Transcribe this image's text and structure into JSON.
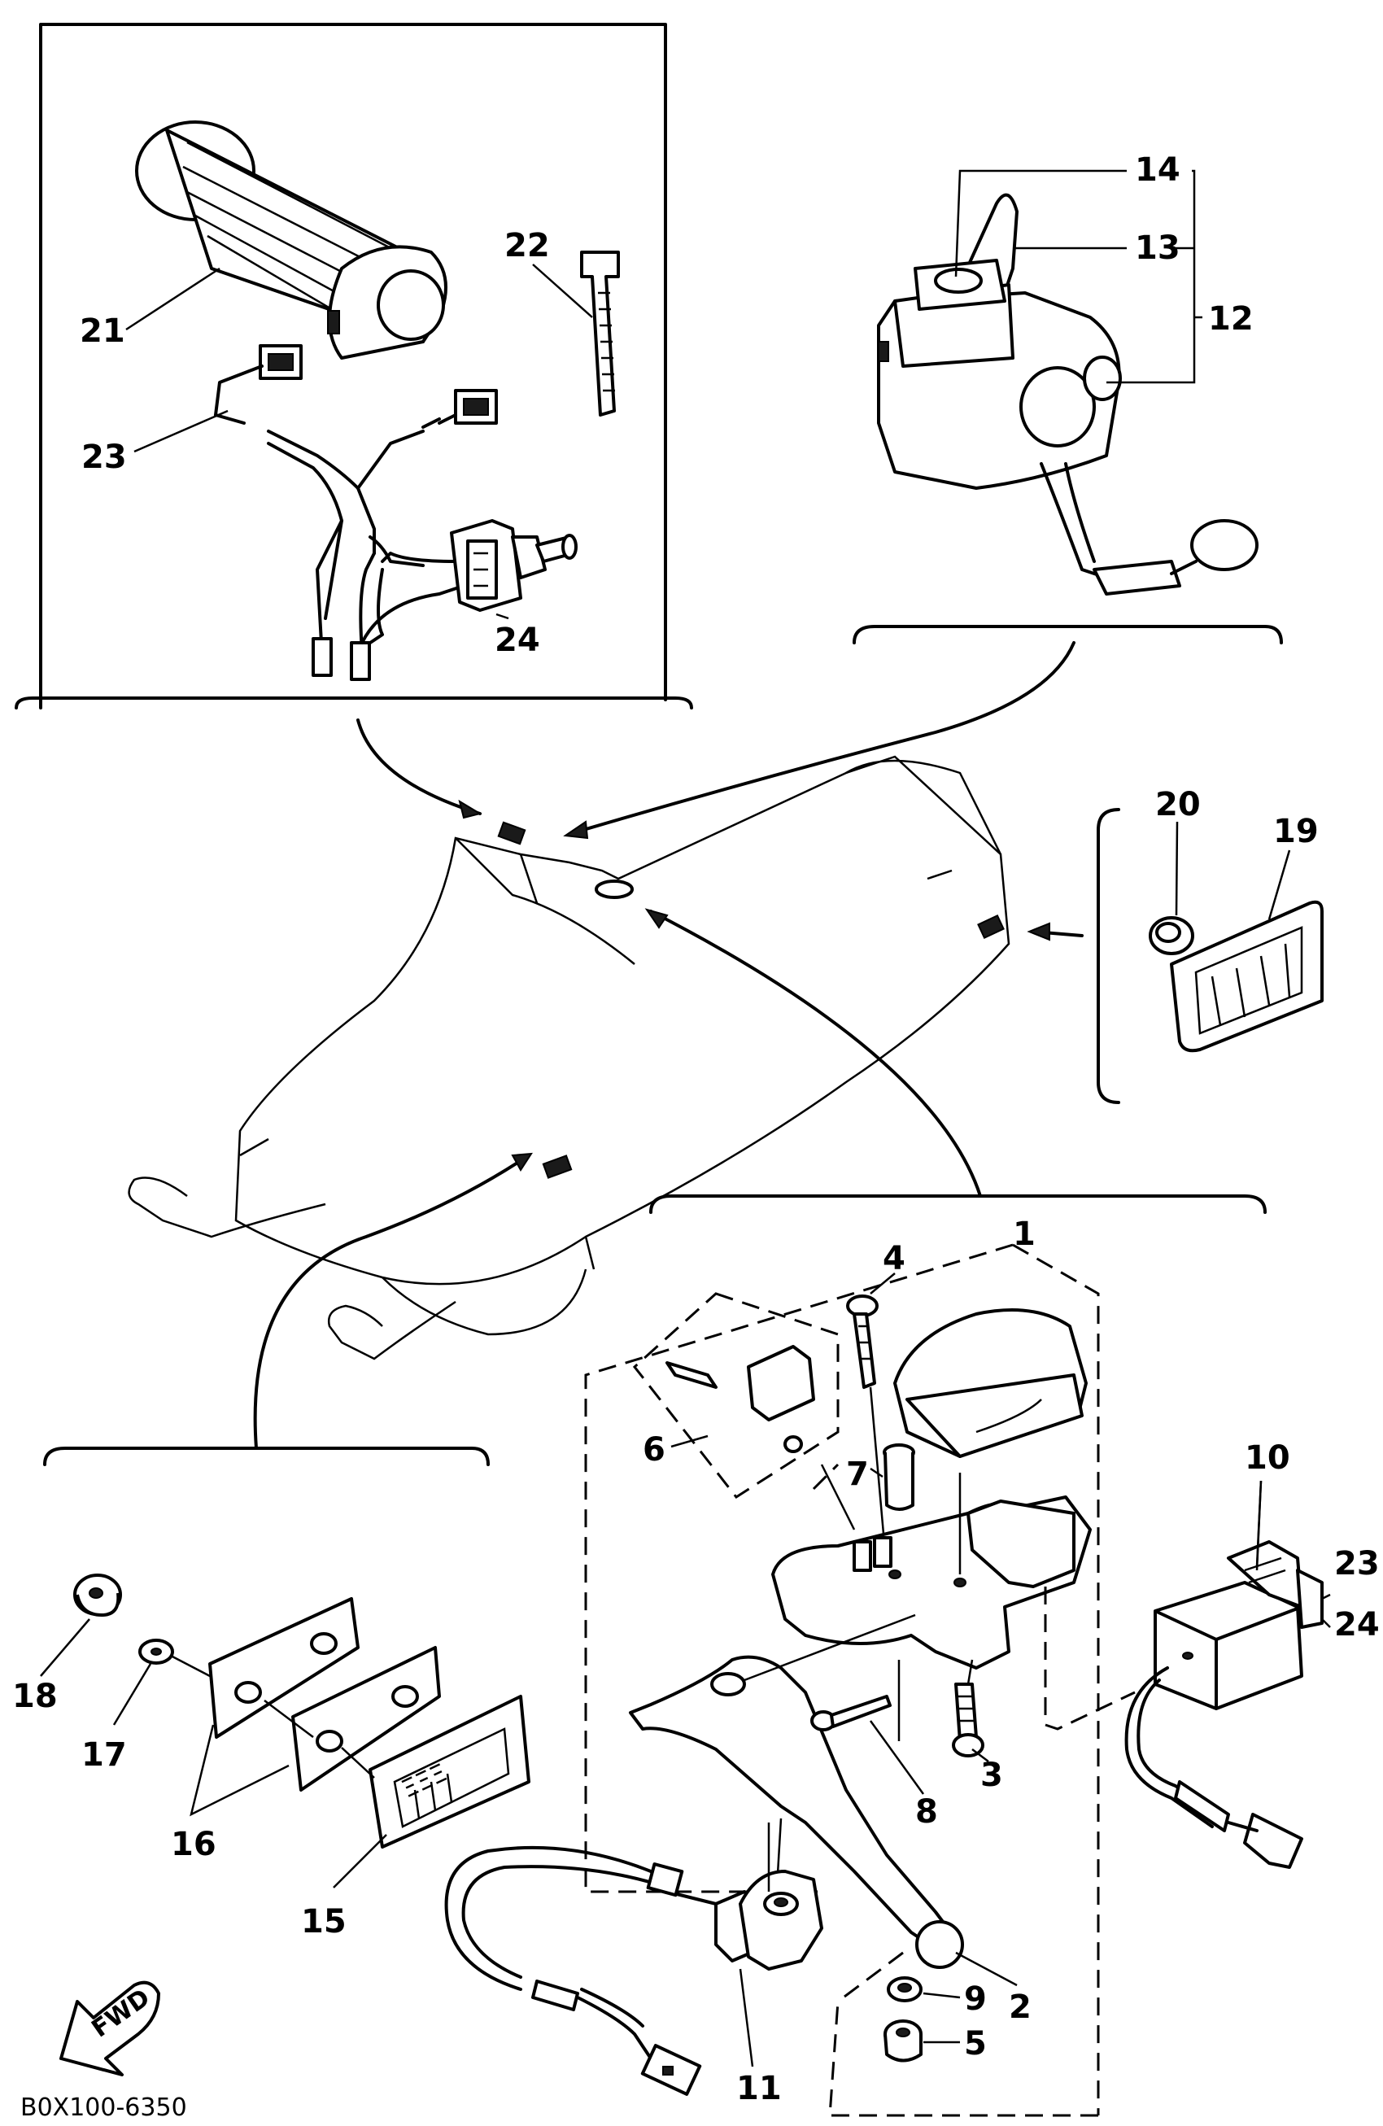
{
  "diagram": {
    "document_code": "B0X100-6350",
    "fwd_label": "FWD",
    "callouts": [
      {
        "id": "c1",
        "text": "1"
      },
      {
        "id": "c2",
        "text": "2"
      },
      {
        "id": "c3",
        "text": "3"
      },
      {
        "id": "c4",
        "text": "4"
      },
      {
        "id": "c5",
        "text": "5"
      },
      {
        "id": "c6",
        "text": "6"
      },
      {
        "id": "c7",
        "text": "7"
      },
      {
        "id": "c8",
        "text": "8"
      },
      {
        "id": "c9",
        "text": "9"
      },
      {
        "id": "c10",
        "text": "10"
      },
      {
        "id": "c11",
        "text": "11"
      },
      {
        "id": "c12",
        "text": "12"
      },
      {
        "id": "c13",
        "text": "13"
      },
      {
        "id": "c14",
        "text": "14"
      },
      {
        "id": "c15",
        "text": "15"
      },
      {
        "id": "c16",
        "text": "16"
      },
      {
        "id": "c17",
        "text": "17"
      },
      {
        "id": "c18",
        "text": "18"
      },
      {
        "id": "c19",
        "text": "19"
      },
      {
        "id": "c20",
        "text": "20"
      },
      {
        "id": "c21",
        "text": "21"
      },
      {
        "id": "c22",
        "text": "22"
      },
      {
        "id": "c23",
        "text": "23"
      },
      {
        "id": "c24",
        "text": "24"
      },
      {
        "id": "c23b",
        "text": "23"
      },
      {
        "id": "c24b",
        "text": "24"
      }
    ]
  }
}
